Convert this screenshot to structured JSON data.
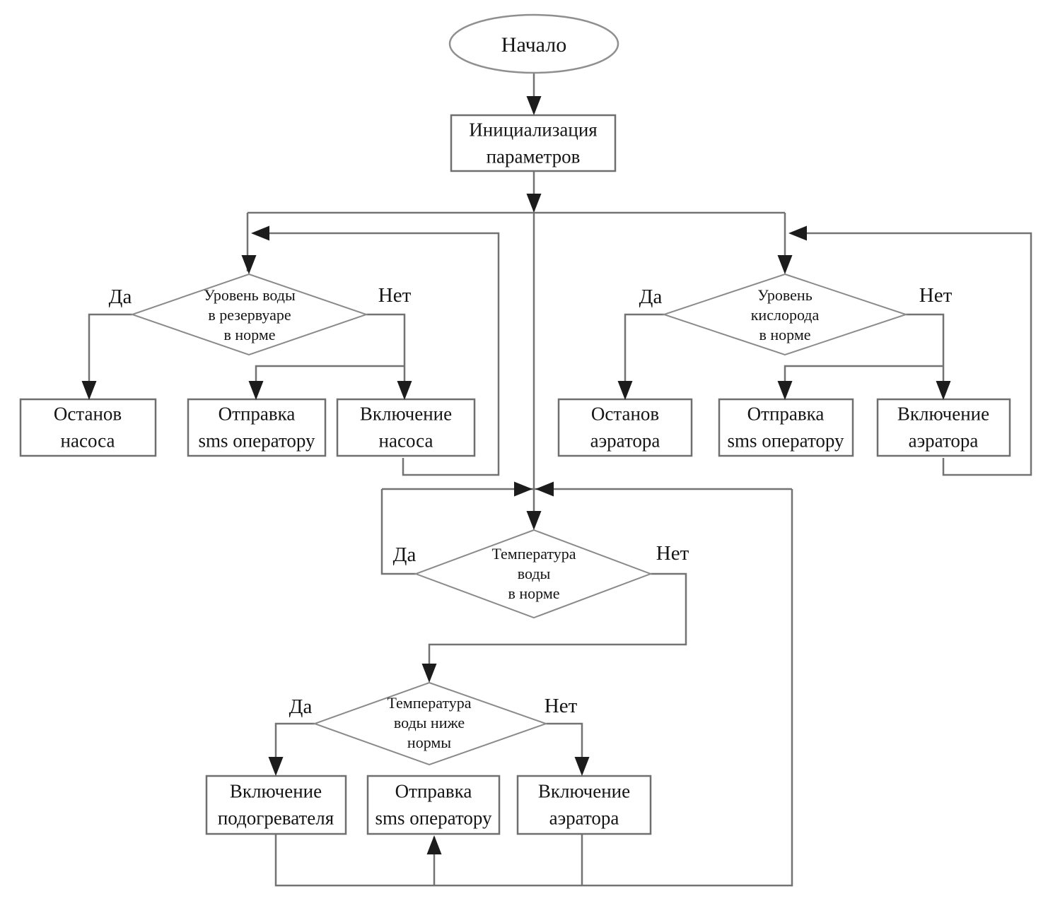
{
  "flowchart": {
    "start": {
      "label": "Начало"
    },
    "init": {
      "label": "Инициализация\nпараметров"
    },
    "decisions": {
      "water_level": {
        "label": "Уровень воды\nв резервуаре\nв норме",
        "yes": "Да",
        "no": "Нет"
      },
      "oxygen_level": {
        "label": "Уровень\nкислорода\nв норме",
        "yes": "Да",
        "no": "Нет"
      },
      "water_temp": {
        "label": "Температура\nводы\nв норме",
        "yes": "Да",
        "no": "Нет"
      },
      "water_temp_low": {
        "label": "Температура\nводы ниже\nнормы",
        "yes": "Да",
        "no": "Нет"
      }
    },
    "actions": {
      "stop_pump": {
        "label": "Останов\nнасоса"
      },
      "sms_water": {
        "label": "Отправка\nsms оператору"
      },
      "pump_on": {
        "label": "Включение\nнасоса"
      },
      "stop_aerator": {
        "label": "Останов\nаэратора"
      },
      "sms_oxygen": {
        "label": "Отправка\nsms оператору"
      },
      "aerator_on": {
        "label": "Включение\nаэратора"
      },
      "heater_on": {
        "label": "Включение\nподогревателя"
      },
      "sms_temp": {
        "label": "Отправка\nsms оператору"
      },
      "aerator_on_temp": {
        "label": "Включение\nаэратора"
      }
    },
    "colors": {
      "line": "#737373",
      "shape_border": "#6f6f6f",
      "arrowhead": "#1c1c1c",
      "text": "#151515",
      "background": "#ffffff",
      "shape_fill": "#ffffff"
    }
  }
}
